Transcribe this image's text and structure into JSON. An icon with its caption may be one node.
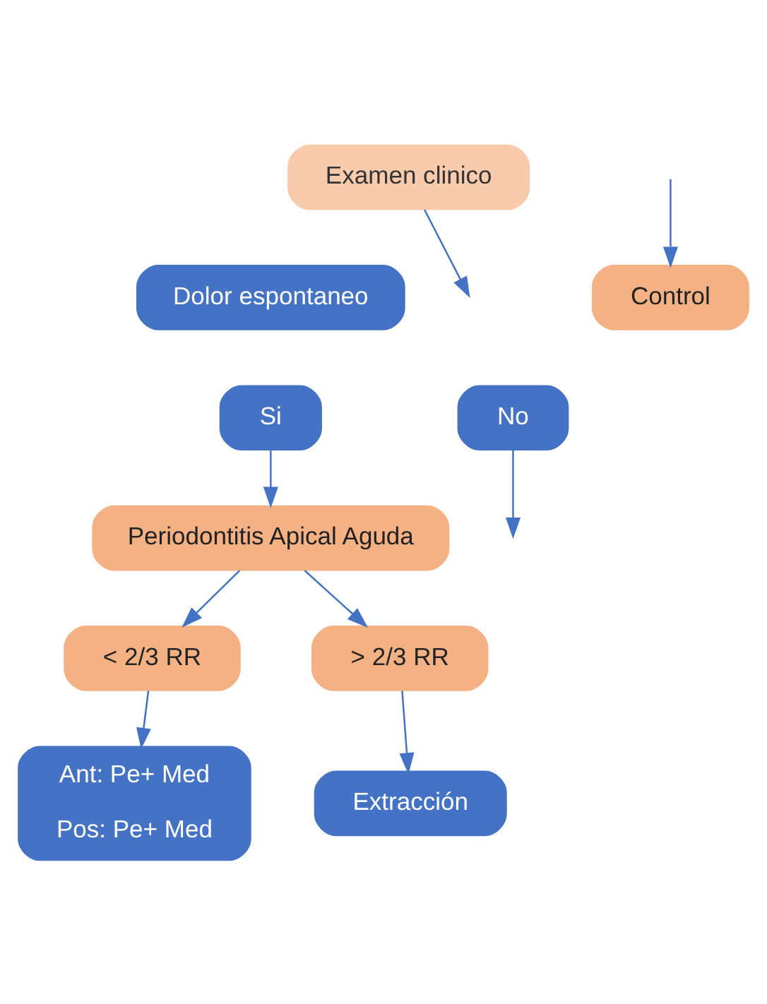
{
  "diagram": {
    "nodes": [
      {
        "text": [
          "Examen clinico"
        ]
      },
      {
        "text": [
          "Dolor espontaneo"
        ]
      },
      {
        "text": [
          "No"
        ]
      },
      {
        "text": [
          "Si"
        ]
      },
      {
        "text": [
          "Periodontitis Apical Aguda"
        ]
      },
      {
        "text": [
          "< 2/3 RR"
        ]
      },
      {
        "text": [
          "> 2/3 RR"
        ]
      },
      {
        "text": [
          "Ant: Pe+ Med",
          "Pos: Pe+ Med"
        ]
      },
      {
        "text": [
          "Extracción"
        ]
      },
      {
        "text": [
          "Control"
        ]
      }
    ],
    "edges": [
      {
        "from": 0,
        "to": null,
        "arrow": "to"
      },
      {
        "from": 2,
        "to": null,
        "arrow": "to"
      },
      {
        "from": null,
        "to": 9,
        "arrow": "to"
      },
      {
        "from": 3,
        "to": 4,
        "arrow": "to"
      },
      {
        "from": 4,
        "to": 5,
        "arrow": "to"
      },
      {
        "from": 4,
        "to": 6,
        "arrow": "to"
      },
      {
        "from": 5,
        "to": 7,
        "arrow": "to"
      },
      {
        "from": 6,
        "to": 8,
        "arrow": "to"
      }
    ]
  }
}
